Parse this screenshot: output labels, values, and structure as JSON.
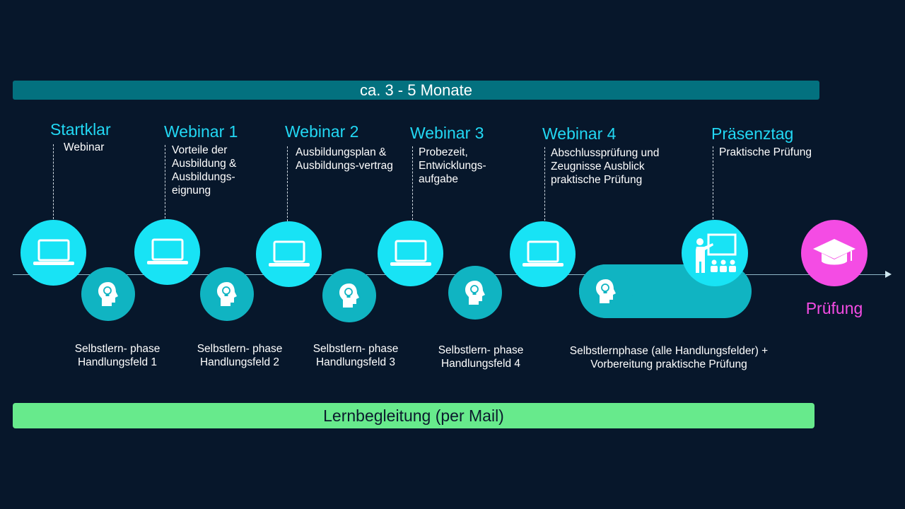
{
  "duration_label": "ca. 3 - 5 Monate",
  "support_label": "Lernbegleitung (per Mail)",
  "steps": [
    {
      "title": "Startklar",
      "desc": "Webinar",
      "icon": "laptop-icon"
    },
    {
      "title": "Webinar 1",
      "desc": "Vorteile der Ausbildung & Ausbildungs-eignung",
      "icon": "laptop-icon"
    },
    {
      "title": "Webinar 2",
      "desc": "Ausbildungsplan & Ausbildungs-vertrag",
      "icon": "laptop-icon"
    },
    {
      "title": "Webinar 3",
      "desc": "Probezeit, Entwicklungs-aufgabe",
      "icon": "laptop-icon"
    },
    {
      "title": "Webinar 4",
      "desc": "Abschlussprüfung und Zeugnisse Ausblick praktische Prüfung",
      "icon": "laptop-icon"
    },
    {
      "title": "Präsenztag",
      "desc": "Praktische Prüfung",
      "icon": "presentation-icon"
    }
  ],
  "self_study": [
    {
      "label": "Selbstlern- phase Handlungsfeld 1",
      "icon": "head-lightbulb-icon"
    },
    {
      "label": "Selbstlern- phase Handlungsfeld 2",
      "icon": "head-lightbulb-icon"
    },
    {
      "label": "Selbstlern- phase Handlungsfeld 3",
      "icon": "head-lightbulb-icon"
    },
    {
      "label": "Selbstlern- phase Handlungsfeld 4",
      "icon": "head-lightbulb-icon"
    },
    {
      "label": "Selbstlernphase (alle Handlungsfelder) + Vorbereitung praktische Prüfung",
      "icon": "head-lightbulb-icon"
    }
  ],
  "final": {
    "label": "Prüfung",
    "icon": "graduation-cap-icon"
  },
  "colors": {
    "background": "#07172b",
    "duration_bar": "#03717f",
    "support_bar": "#67ea8c",
    "webinar_circle": "#18e3f5",
    "self_study_circle": "#10b4c2",
    "final": "#f44ce4",
    "title_text": "#22d8f4"
  }
}
